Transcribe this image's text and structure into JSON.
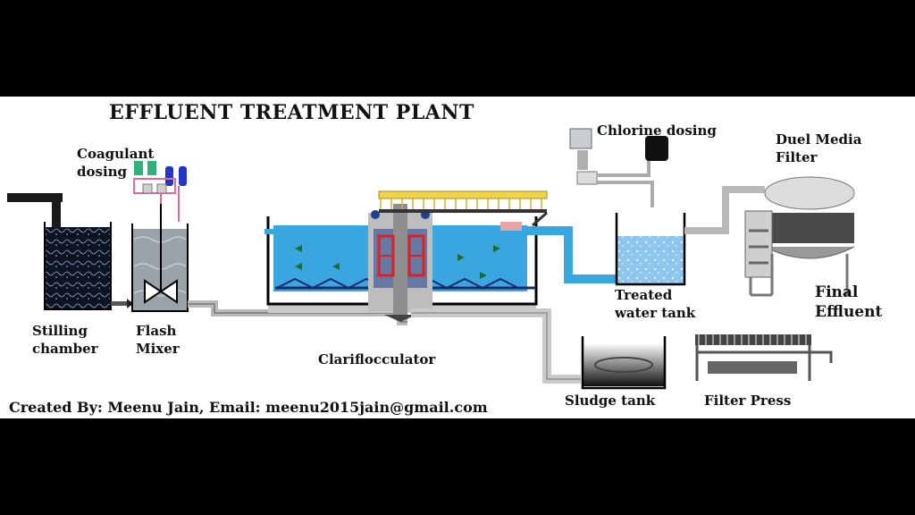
{
  "title": "EFFLUENT TREATMENT PLANT",
  "credit": "Created By: Meenu Jain, Email: meenu2015jain@gmail.com",
  "labels": {
    "coagulant_1": "Coagulant",
    "coagulant_2": "dosing",
    "stilling_1": "Stilling",
    "stilling_2": "chamber",
    "flash_1": "Flash",
    "flash_2": "Mixer",
    "clari": "Clariflocculator",
    "chlorine": "Chlorine dosing",
    "treated_1": "Treated",
    "treated_2": "water tank",
    "sludge": "Sludge tank",
    "filterpress": "Filter Press",
    "dmf_1": "Duel Media",
    "dmf_2": "Filter",
    "final_1": "Final",
    "final_2": "Effluent"
  },
  "colors": {
    "water": "#3aa6e0",
    "bridge": "#f2d34a",
    "pipe": "#b9b9b9",
    "stilling": "#0b1420",
    "mixer": "#9aa3a8",
    "frame_red": "#e02020",
    "flocculator_blue": "#1f3f8f"
  }
}
